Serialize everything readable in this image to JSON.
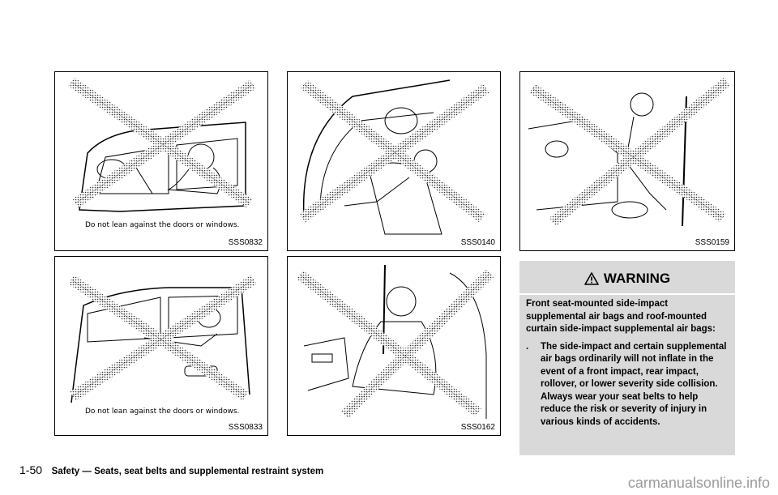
{
  "panels": [
    {
      "code": "SSS0832",
      "caption": "Do not lean against the doors or windows."
    },
    {
      "code": "SSS0140"
    },
    {
      "code": "SSS0159"
    },
    {
      "code": "SSS0833",
      "caption": "Do not lean against the doors or windows."
    },
    {
      "code": "SSS0162"
    }
  ],
  "warning": {
    "title": "WARNING",
    "intro": "Front seat-mounted side-impact supplemental air bags and roof-mounted curtain side-impact supplemental air bags:",
    "bullet": "The side-impact and certain supplemental air bags ordinarily will not inflate in the event of a front impact, rear impact, rollover, or lower severity side collision. Always wear your seat belts to help reduce the risk or severity of injury in various kinds of accidents.",
    "bg_color": "#d9d9d9",
    "icon": "warning-triangle-icon"
  },
  "footer": {
    "page": "1-50",
    "title": "Safety — Seats, seat belts and supplemental restraint system"
  },
  "watermark": "carmanualsonline.info"
}
